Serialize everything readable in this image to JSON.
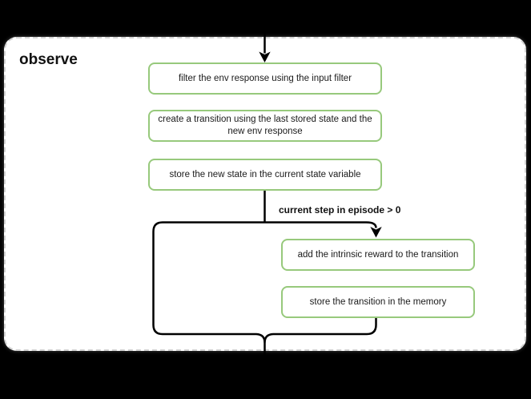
{
  "cluster": {
    "title": "observe"
  },
  "nodes": [
    {
      "id": "filter-env-response",
      "label": "filter the env response using the input filter"
    },
    {
      "id": "create-transition",
      "label": "create a transition using the last stored state and the\nnew env response"
    },
    {
      "id": "store-new-state",
      "label": "store the new state in the current state variable"
    },
    {
      "id": "add-intrinsic-reward",
      "label": "add the intrinsic reward to the transition"
    },
    {
      "id": "store-transition",
      "label": "store the transition in the memory"
    }
  ],
  "edges": {
    "branch_condition_label": "current step in episode > 0"
  },
  "colors": {
    "background": "#000000",
    "cluster_fill": "#ffffff",
    "cluster_border": "#d2d2d2",
    "node_border": "#97c97c",
    "node_fill": "#ffffff",
    "connector": "#000000",
    "text": "#1a1a1a"
  }
}
